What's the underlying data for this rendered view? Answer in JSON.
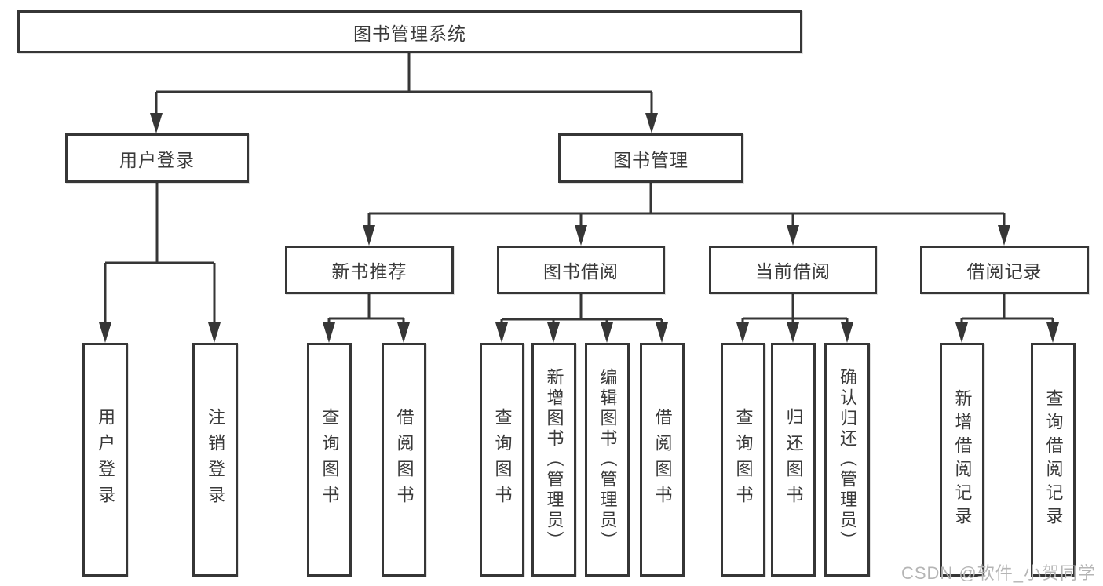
{
  "root": {
    "label": "图书管理系统"
  },
  "branches": [
    {
      "label": "用户登录",
      "children": [
        {
          "label": "用户登录"
        },
        {
          "label": "注销登录"
        }
      ]
    },
    {
      "label": "图书管理",
      "children": [
        {
          "label": "新书推荐",
          "children": [
            {
              "label": "查询图书"
            },
            {
              "label": "借阅图书"
            }
          ]
        },
        {
          "label": "图书借阅",
          "children": [
            {
              "label": "查询图书"
            },
            {
              "label": "新增图书（管理员）"
            },
            {
              "label": "编辑图书（管理员）"
            },
            {
              "label": "借阅图书"
            }
          ]
        },
        {
          "label": "当前借阅",
          "children": [
            {
              "label": "查询图书"
            },
            {
              "label": "归还图书"
            },
            {
              "label": "确认归还（管理员）"
            }
          ]
        },
        {
          "label": "借阅记录",
          "children": [
            {
              "label": "新增借阅记录"
            },
            {
              "label": "查询借阅记录"
            }
          ]
        }
      ]
    }
  ],
  "watermark": {
    "text": "CSDN @软件_小贺同学"
  },
  "colors": {
    "line": "#363636",
    "text": "#3a3a3a",
    "watermark": "#b5b5b5"
  }
}
